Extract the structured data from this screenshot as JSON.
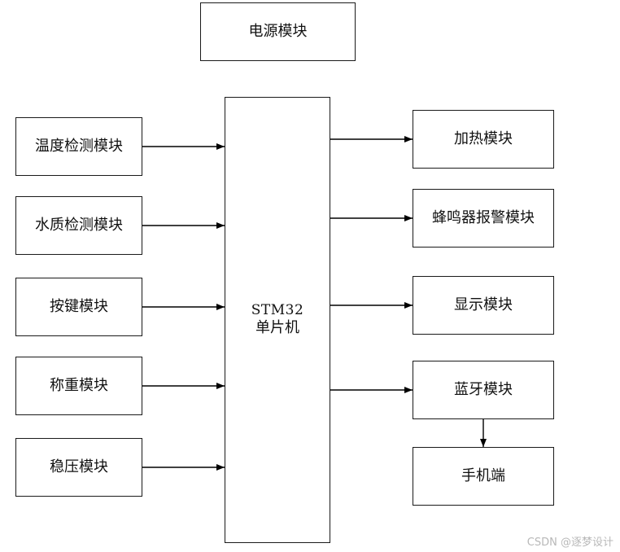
{
  "power": "电源模块",
  "mcu": {
    "line1": "STM32",
    "line2": "单片机"
  },
  "inputs": [
    "温度检测模块",
    "水质检测模块",
    "按键模块",
    "称重模块",
    "稳压模块"
  ],
  "outputs": [
    "加热模块",
    "蜂鸣器报警模块",
    "显示模块",
    "蓝牙模块"
  ],
  "phone": "手机端",
  "watermark": "CSDN @逐梦设计",
  "colors": {
    "line": "#000000",
    "border": "#1a1a1a",
    "text": "#111111",
    "watermark": "#b8b8b8"
  }
}
